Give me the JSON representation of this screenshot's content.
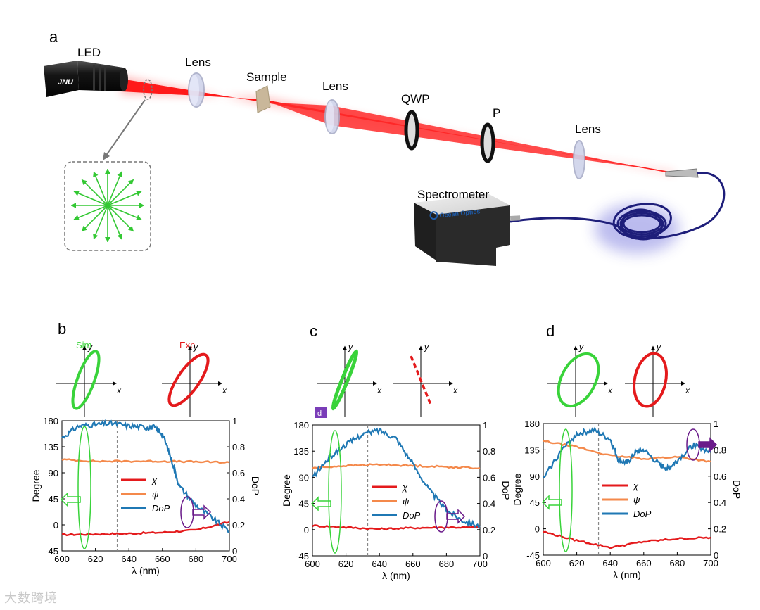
{
  "figure": {
    "panel_a": {
      "label": "a",
      "components": {
        "led": "LED",
        "led_brand": "JNU",
        "lens1": "Lens",
        "sample": "Sample",
        "lens2": "Lens",
        "qwp": "QWP",
        "polarizer": "P",
        "lens3": "Lens",
        "spectrometer": "Spectrometer",
        "spectrometer_brand": "Ocean Optics"
      }
    },
    "panel_b": {
      "label": "b",
      "sim_label": "Sim",
      "exp_label": "Exp"
    },
    "panel_c": {
      "label": "c",
      "badge": "d"
    },
    "panel_d": {
      "label": "d"
    },
    "axes": {
      "x_label": "λ (nm)",
      "y_left_label": "Degree",
      "y_right_label": "DoP",
      "ellipse_axis_x": "x",
      "ellipse_axis_y": "y"
    },
    "legend": {
      "chi": "χ",
      "psi": "ψ",
      "dop": "DoP"
    },
    "colors": {
      "chi": "#e41a1c",
      "psi": "#f4894b",
      "dop": "#1f78b4",
      "sim": "#39d33a",
      "exp": "#e41a1c",
      "arrow": "#6a1b8a",
      "beam": "#ff2020"
    },
    "watermark": "大数跨境"
  },
  "chart_data": [
    {
      "type": "line",
      "panel": "b",
      "xlabel": "λ (nm)",
      "ylabel": "Degree",
      "y2label": "DoP",
      "xlim": [
        600,
        700
      ],
      "ylim": [
        -45,
        180
      ],
      "y2lim": [
        0,
        1
      ],
      "xticks": [
        600,
        620,
        640,
        660,
        680,
        700
      ],
      "yticks": [
        -45,
        0,
        45,
        90,
        135,
        180
      ],
      "y2ticks": [
        0,
        0.2,
        0.4,
        0.6,
        0.8,
        1
      ],
      "reference_line_x": 633,
      "series": [
        {
          "name": "χ",
          "axis": "left",
          "x": [
            600,
            620,
            640,
            660,
            680,
            700
          ],
          "y": [
            -17,
            -16,
            -15,
            -13,
            -9,
            5
          ]
        },
        {
          "name": "ψ",
          "axis": "left",
          "x": [
            600,
            620,
            640,
            660,
            680,
            700
          ],
          "y": [
            113,
            110,
            110,
            110,
            109,
            108
          ]
        },
        {
          "name": "DoP",
          "axis": "right",
          "x": [
            600,
            610,
            620,
            630,
            640,
            650,
            655,
            660,
            665,
            670,
            680,
            690,
            700
          ],
          "y": [
            0.87,
            0.96,
            0.97,
            0.98,
            0.96,
            0.95,
            0.95,
            0.9,
            0.72,
            0.5,
            0.35,
            0.25,
            0.15
          ]
        }
      ]
    },
    {
      "type": "line",
      "panel": "c",
      "xlabel": "λ (nm)",
      "ylabel": "Degree",
      "y2label": "DoP",
      "xlim": [
        600,
        700
      ],
      "ylim": [
        -45,
        180
      ],
      "y2lim": [
        0,
        1
      ],
      "xticks": [
        600,
        620,
        640,
        660,
        680,
        700
      ],
      "yticks": [
        -45,
        0,
        45,
        90,
        135,
        180
      ],
      "y2ticks": [
        0,
        0.2,
        0.4,
        0.6,
        0.8,
        1
      ],
      "reference_line_x": 633,
      "series": [
        {
          "name": "χ",
          "axis": "left",
          "x": [
            600,
            620,
            640,
            660,
            680,
            700
          ],
          "y": [
            7,
            4,
            1,
            3,
            4,
            4
          ]
        },
        {
          "name": "ψ",
          "axis": "left",
          "x": [
            600,
            620,
            640,
            660,
            680,
            700
          ],
          "y": [
            106,
            110,
            112,
            110,
            108,
            106
          ]
        },
        {
          "name": "DoP",
          "axis": "right",
          "x": [
            600,
            610,
            620,
            630,
            640,
            650,
            660,
            670,
            680,
            690,
            700
          ],
          "y": [
            0.6,
            0.75,
            0.85,
            0.93,
            0.96,
            0.9,
            0.7,
            0.5,
            0.35,
            0.27,
            0.23
          ]
        }
      ]
    },
    {
      "type": "line",
      "panel": "d",
      "xlabel": "λ (nm)",
      "ylabel": "Degree",
      "y2label": "DoP",
      "xlim": [
        600,
        700
      ],
      "ylim": [
        -45,
        180
      ],
      "y2lim": [
        0,
        1
      ],
      "xticks": [
        600,
        620,
        640,
        660,
        680,
        700
      ],
      "yticks": [
        -45,
        0,
        45,
        90,
        135,
        180
      ],
      "y2ticks": [
        0,
        0.2,
        0.4,
        0.6,
        0.8,
        1
      ],
      "reference_line_x": 633,
      "series": [
        {
          "name": "χ",
          "axis": "left",
          "x": [
            600,
            620,
            640,
            660,
            680,
            700
          ],
          "y": [
            -5,
            -20,
            -32,
            -22,
            -17,
            -15
          ]
        },
        {
          "name": "ψ",
          "axis": "left",
          "x": [
            600,
            620,
            640,
            660,
            680,
            700
          ],
          "y": [
            150,
            140,
            125,
            120,
            123,
            115
          ]
        },
        {
          "name": "DoP",
          "axis": "right",
          "x": [
            600,
            610,
            620,
            630,
            640,
            645,
            650,
            655,
            660,
            670,
            675,
            680,
            690,
            700
          ],
          "y": [
            0.58,
            0.78,
            0.92,
            0.95,
            0.88,
            0.72,
            0.7,
            0.78,
            0.8,
            0.68,
            0.66,
            0.72,
            0.84,
            0.78
          ]
        }
      ]
    }
  ]
}
